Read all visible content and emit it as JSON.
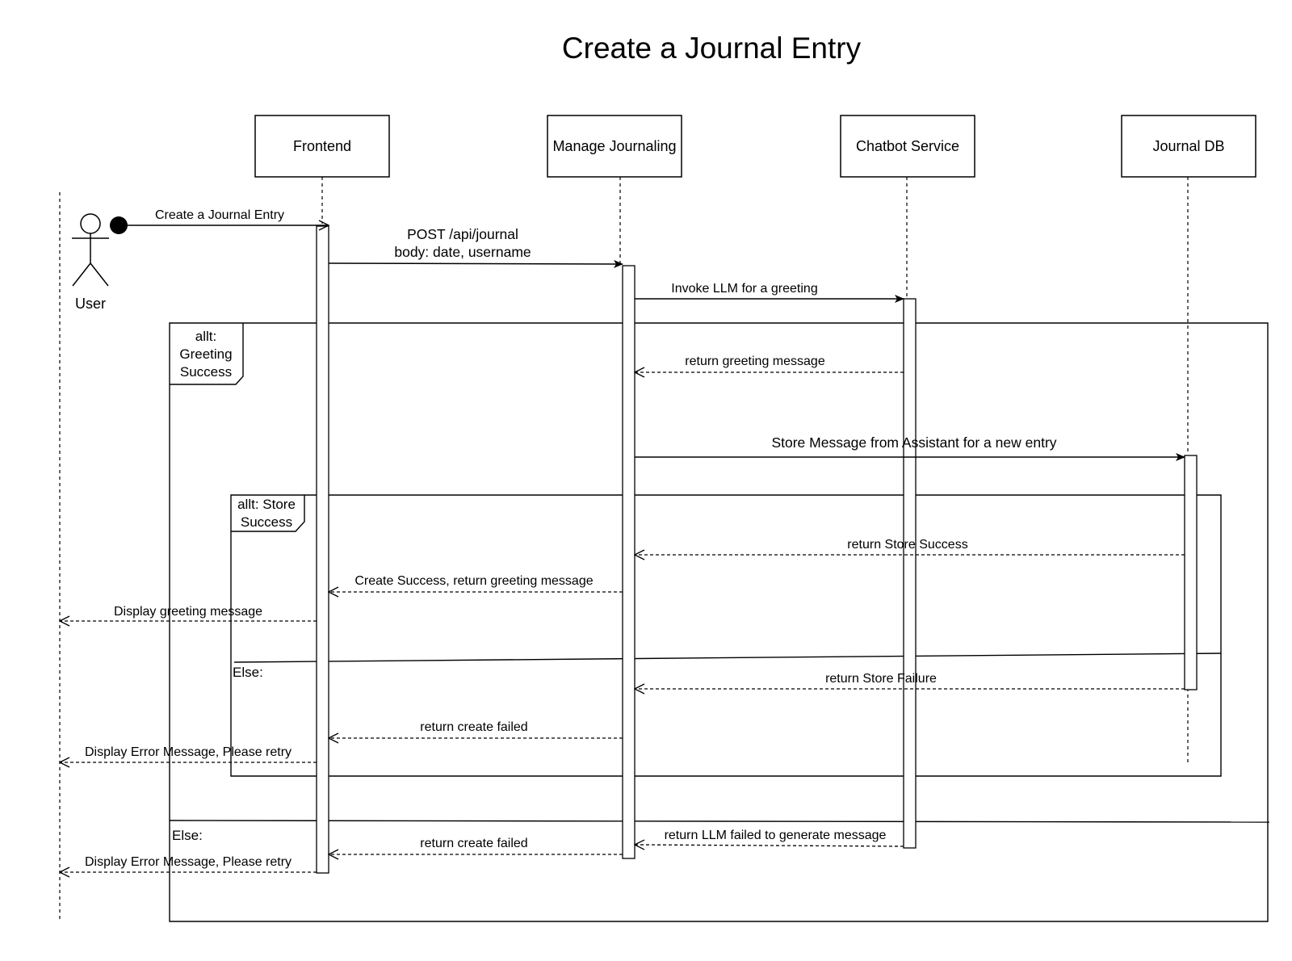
{
  "title": "Create a Journal Entry",
  "actor": {
    "name": "User"
  },
  "participants": [
    {
      "id": "frontend",
      "label": "Frontend"
    },
    {
      "id": "manage",
      "label": "Manage Journaling"
    },
    {
      "id": "chatbot",
      "label": "Chatbot Service"
    },
    {
      "id": "db",
      "label": "Journal DB"
    }
  ],
  "messages": {
    "create_entry": "Create a Journal Entry",
    "post_line1": "POST /api/journal",
    "post_line2": "body: date, username",
    "invoke_llm": "Invoke LLM for a greeting",
    "return_greeting": "return greeting message",
    "store_message": "Store Message from Assistant for a new entry",
    "return_store_success": "return Store Success",
    "create_success": "Create Success, return greeting message",
    "display_greeting": "Display greeting message",
    "return_store_failure": "return Store Failure",
    "return_create_failed_1": "return create failed",
    "display_error_1": "Display Error Message, Please retry",
    "return_llm_failed": "return LLM failed to generate message",
    "return_create_failed_2": "return create failed",
    "display_error_2": "Display Error Message, Please retry"
  },
  "frames": {
    "outer": {
      "line1": "allt:",
      "line2": "Greeting",
      "line3": "Success",
      "else": "Else:"
    },
    "inner": {
      "line1": "allt: Store",
      "line2": "Success",
      "else": "Else:"
    }
  }
}
